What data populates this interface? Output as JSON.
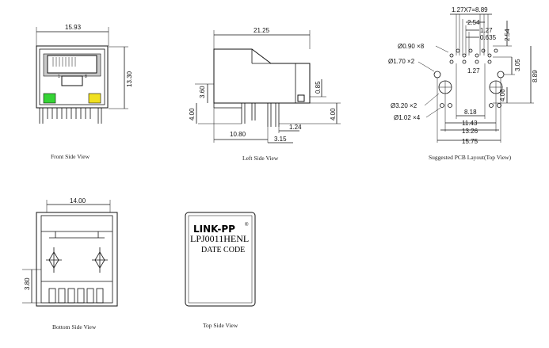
{
  "front": {
    "width_dim": "15.93",
    "height_dim": "13.30",
    "caption": "Front Side View",
    "led_left_color": "#35d435",
    "led_right_color": "#f0e020",
    "pin_label_left": "1",
    "pin_label_right": "8"
  },
  "left": {
    "length_dim": "21.25",
    "dim_360": "3.60",
    "dim_400_left": "4.00",
    "dim_085": "0.85",
    "dim_400_right": "4.00",
    "dim_1080": "10.80",
    "dim_315": "3.15",
    "dim_124": "1.24",
    "caption": "Left Side View"
  },
  "pcb": {
    "pitch_top": "1.27X7=8.89",
    "dim_254_a": "2.54",
    "dim_127_a": "1.27",
    "dim_0635": "0.635",
    "dim_254_b": "2.54",
    "hole_090": "Ø0.90 ×8",
    "hole_170": "Ø1.70 ×2",
    "dim_127_b": "1.27",
    "dim_305": "3.05",
    "dim_889": "8.89",
    "dim_406": "4.06",
    "hole_320": "Ø3.20 ×2",
    "hole_102": "Ø1.02 ×4",
    "dim_818": "8.18",
    "dim_1143": "11.43",
    "dim_1326": "13.26",
    "dim_1575": "15.75",
    "caption": "Suggested PCB Layout(Top View)"
  },
  "bottom": {
    "width_dim": "14.00",
    "dim_380": "3.80",
    "caption": "Bottom Side View"
  },
  "top": {
    "brand": "LINK-PP",
    "registered": "®",
    "part_number": "LPJ0011HENL",
    "date_code": "DATE CODE",
    "caption": "Top Side View"
  }
}
